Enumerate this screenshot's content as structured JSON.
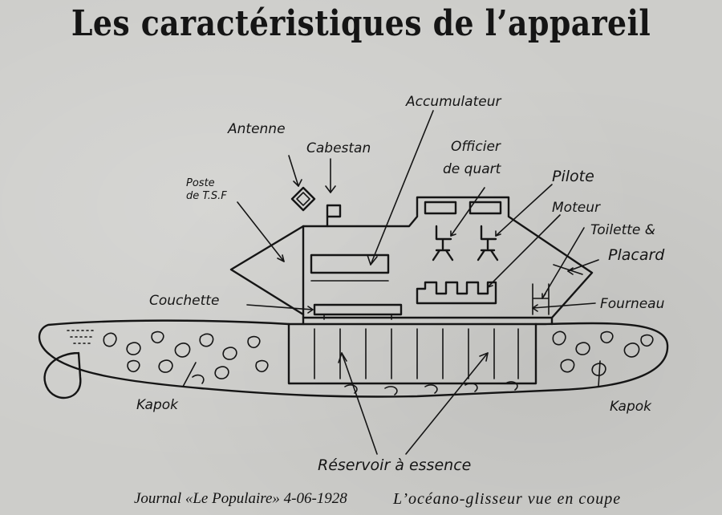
{
  "title": "Les caractéristiques de l’appareil",
  "labels": {
    "antenne": "Antenne",
    "cabestan": "Cabestan",
    "accumulateur": "Accumulateur",
    "officier_line1": "Officier",
    "officier_line2": "de quart",
    "pilote": "Pilote",
    "poste_line1": "Poste",
    "poste_line2": "de T.S.F",
    "moteur": "Moteur",
    "toilette": "Toilette &",
    "placard": "Placard",
    "couchette": "Couchette",
    "fourneau": "Fourneau",
    "kapok_left": "Kapok",
    "kapok_right": "Kapok",
    "reservoir": "Réservoir à essence"
  },
  "caption": {
    "source": "Journal «Le Populaire» 4-06-1928",
    "description": "L’océano-glisseur vue en coupe"
  },
  "colors": {
    "ink": "#151515",
    "paper": "#cdcdca"
  }
}
